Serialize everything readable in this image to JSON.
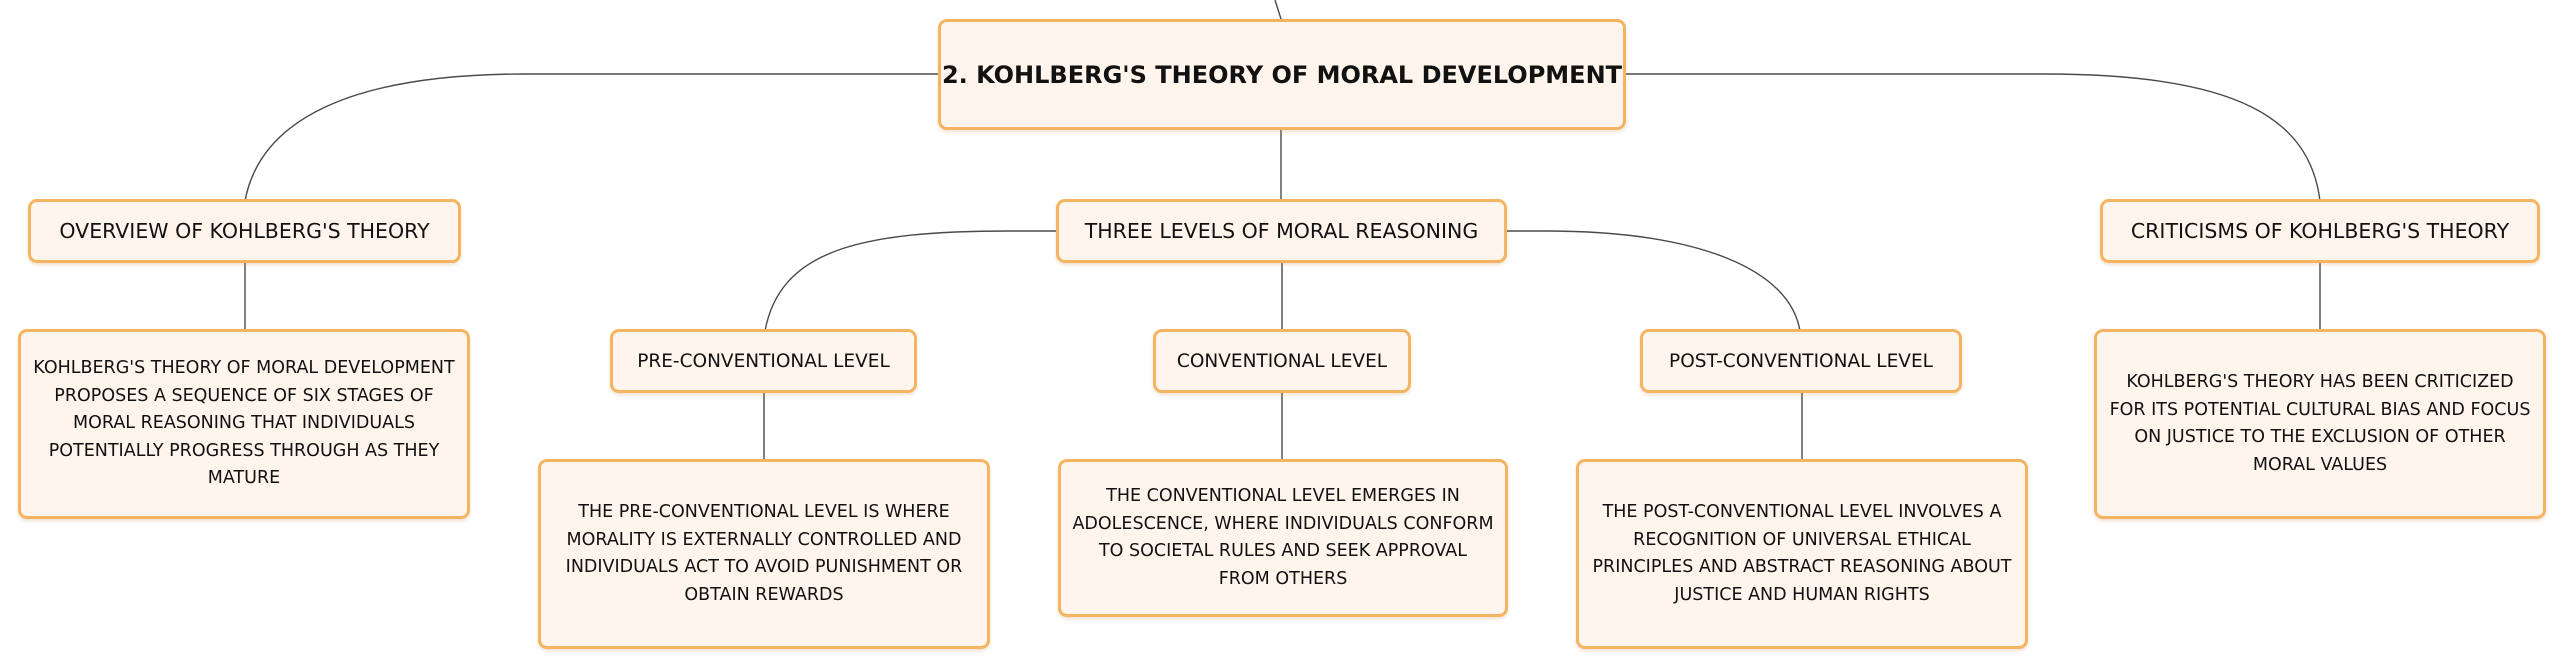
{
  "root": {
    "label": "2. KOHLBERG'S THEORY OF MORAL DEVELOPMENT"
  },
  "overview": {
    "label": "OVERVIEW OF KOHLBERG'S THEORY",
    "detail": "KOHLBERG'S THEORY OF MORAL DEVELOPMENT PROPOSES A SEQUENCE OF SIX STAGES OF MORAL REASONING THAT INDIVIDUALS POTENTIALLY PROGRESS THROUGH AS THEY MATURE"
  },
  "levels": {
    "label": "THREE LEVELS OF MORAL REASONING",
    "pre": {
      "label": "PRE-CONVENTIONAL LEVEL",
      "detail": "THE PRE-CONVENTIONAL LEVEL IS WHERE MORALITY IS EXTERNALLY CONTROLLED AND INDIVIDUALS ACT TO AVOID PUNISHMENT OR OBTAIN REWARDS"
    },
    "conv": {
      "label": "CONVENTIONAL LEVEL",
      "detail": "THE CONVENTIONAL LEVEL EMERGES IN ADOLESCENCE, WHERE INDIVIDUALS CONFORM TO SOCIETAL RULES AND SEEK APPROVAL FROM OTHERS"
    },
    "post": {
      "label": "POST-CONVENTIONAL LEVEL",
      "detail": "THE POST-CONVENTIONAL LEVEL INVOLVES A RECOGNITION OF UNIVERSAL ETHICAL PRINCIPLES AND ABSTRACT REASONING ABOUT JUSTICE AND HUMAN RIGHTS"
    }
  },
  "criticisms": {
    "label": "CRITICISMS OF KOHLBERG'S THEORY",
    "detail": "KOHLBERG'S THEORY HAS BEEN CRITICIZED FOR ITS POTENTIAL CULTURAL BIAS AND FOCUS ON JUSTICE TO THE EXCLUSION OF OTHER MORAL VALUES"
  },
  "colors": {
    "fill": "#fff5ec",
    "border": "#f4b462",
    "connector": "#4a4a4a"
  }
}
